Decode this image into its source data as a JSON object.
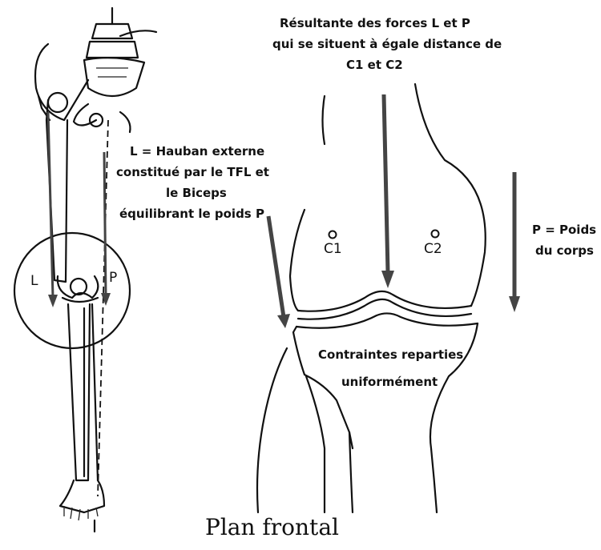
{
  "labels": {
    "resultant_line1": "Résultante des forces L et P",
    "resultant_line2": "qui se situent à égale distance de",
    "resultant_line3": "C1 et C2",
    "l_def_line1": "L = Hauban externe",
    "l_def_line2": "constitué par le TFL et",
    "l_def_line3": "le Biceps",
    "l_def_line4": "équilibrant le poids P",
    "p_def_line1": "P = Poids",
    "p_def_line2": "du corps",
    "l_marker": "L",
    "p_marker": "P",
    "c1": "C1",
    "c2": "C2",
    "stress_line1": "Contraintes reparties",
    "stress_line2": "uniformément",
    "caption": "Plan frontal"
  }
}
